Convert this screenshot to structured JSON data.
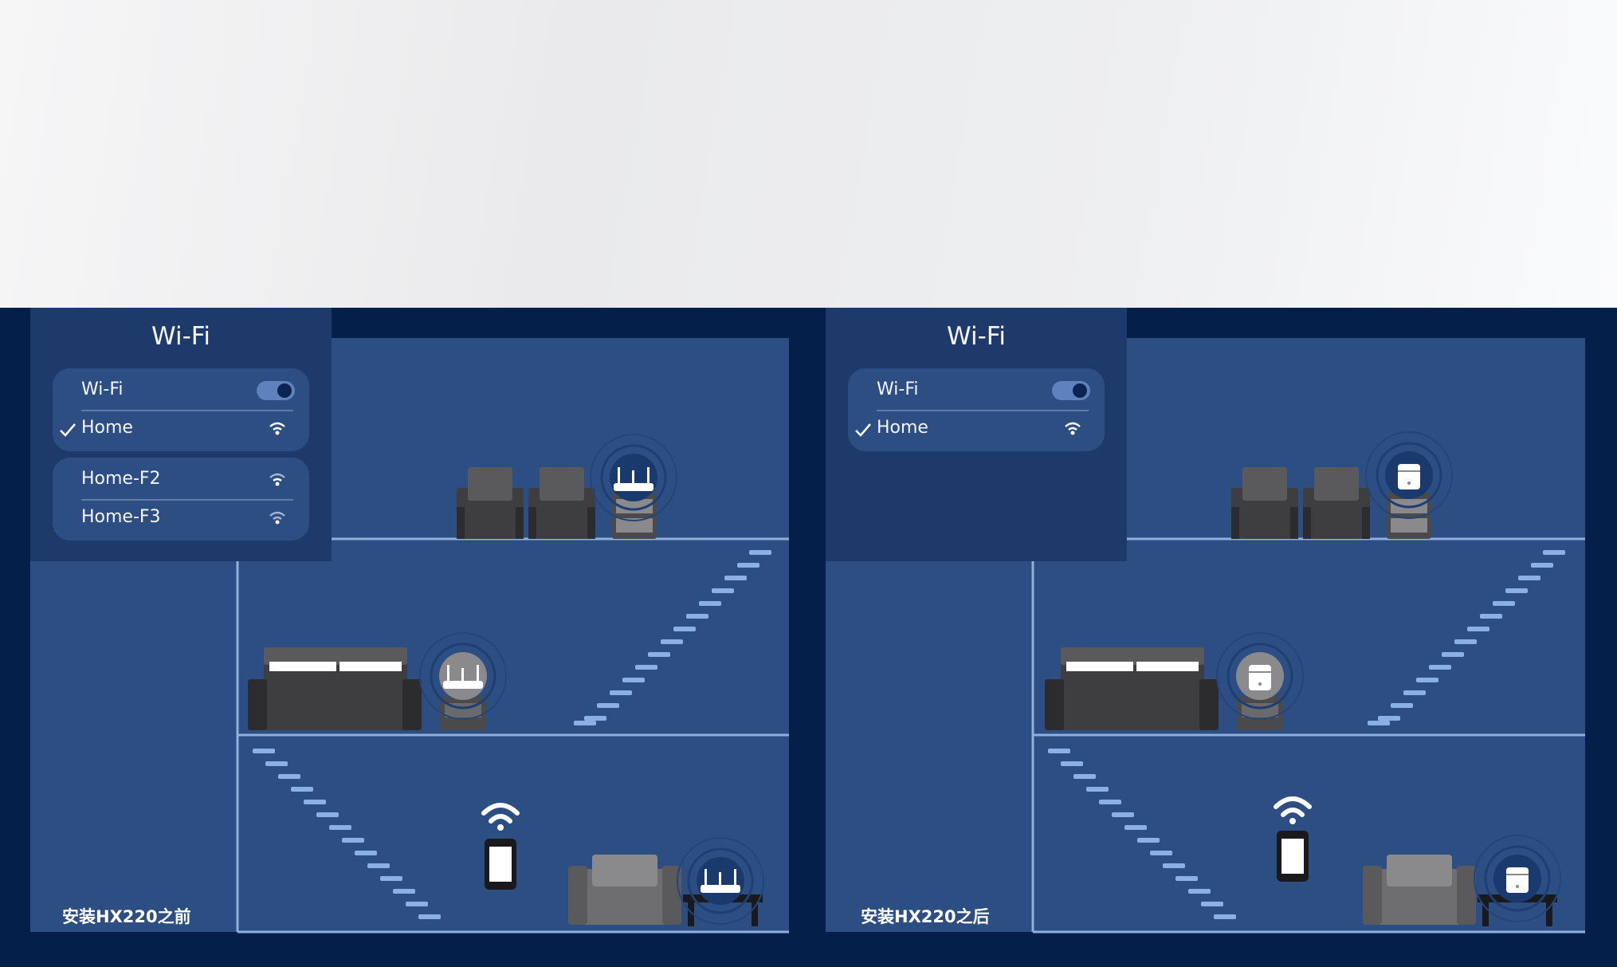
{
  "panels": [
    {
      "caption": "安装HX220之前",
      "device": "router",
      "wifi": {
        "title": "Wi-Fi",
        "toggle_label": "Wi-Fi",
        "toggle_on": true,
        "connected_network": "Home",
        "other_networks": [
          "Home-F2",
          "Home-F3"
        ]
      }
    },
    {
      "caption": "安装HX220之后",
      "device": "mesh-node",
      "wifi": {
        "title": "Wi-Fi",
        "toggle_label": "Wi-Fi",
        "toggle_on": true,
        "connected_network": "Home",
        "other_networks": []
      }
    }
  ],
  "colors": {
    "top_band": "#eeeff1",
    "background_navy": "#04204a",
    "house_wall": "#2d4e82",
    "floor_line": "#8fb0dc",
    "wifi_card": "#1e3a6b",
    "wifi_group": "#2d4e82",
    "stair_step": "#8bb0e4",
    "furniture_dark": "#3e3e40",
    "furniture_gray": "#6e6e70"
  }
}
